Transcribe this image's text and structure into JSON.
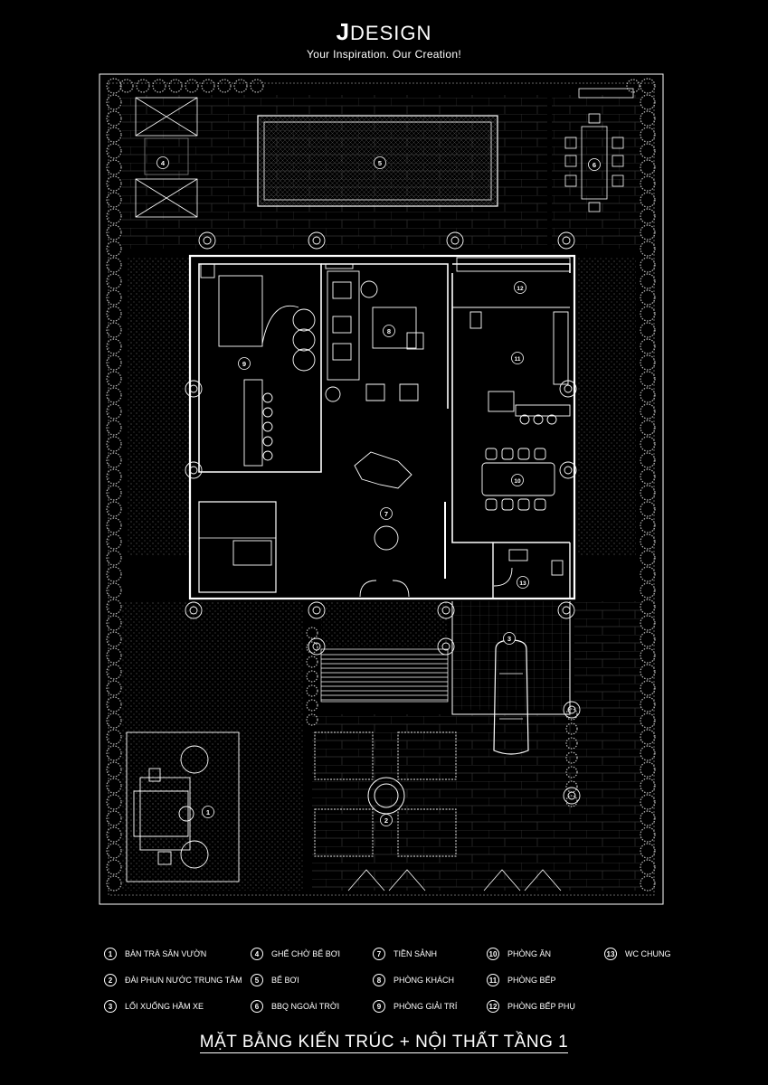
{
  "brand": {
    "logo_text": "DESIGN",
    "logo_mark": "J",
    "tagline": "Your Inspiration. Our Creation!"
  },
  "plan_labels": [
    "1",
    "2",
    "3",
    "4",
    "5",
    "6",
    "7",
    "8",
    "9",
    "10",
    "11",
    "12",
    "13"
  ],
  "legend": [
    {
      "num": "1",
      "label": "BÀN TRÀ SÂN VƯỜN"
    },
    {
      "num": "2",
      "label": "ĐÀI PHUN NƯỚC TRUNG TÂM"
    },
    {
      "num": "3",
      "label": "LỐI XUỐNG HẦM XE"
    },
    {
      "num": "4",
      "label": "GHẾ CHỜ BỂ BƠI"
    },
    {
      "num": "5",
      "label": "BỂ BƠI"
    },
    {
      "num": "6",
      "label": "BBQ NGOÀI TRỜI"
    },
    {
      "num": "7",
      "label": "TIỀN SẢNH"
    },
    {
      "num": "8",
      "label": "PHÒNG KHÁCH"
    },
    {
      "num": "9",
      "label": "PHÒNG GIẢI TRÍ"
    },
    {
      "num": "10",
      "label": "PHÒNG ĂN"
    },
    {
      "num": "11",
      "label": "PHÒNG BẾP"
    },
    {
      "num": "12",
      "label": "PHÒNG BẾP PHỤ"
    },
    {
      "num": "13",
      "label": "WC CHUNG"
    }
  ],
  "title": "MẶT BẰNG KIẾN TRÚC + NỘI THẤT TẦNG 1",
  "colors": {
    "background": "#000000",
    "line": "#ffffff",
    "hedge": "#bdbdbd"
  }
}
